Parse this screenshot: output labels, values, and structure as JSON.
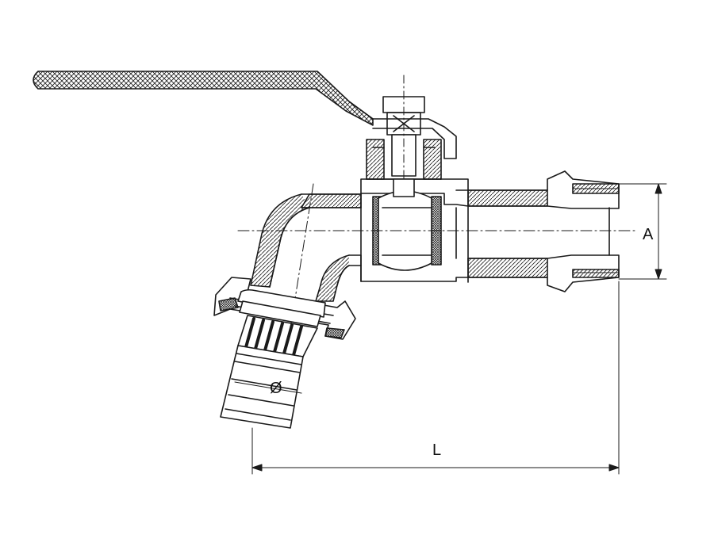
{
  "drawing": {
    "subject": "ball-valve-bibcock-with-hose-connector",
    "stroke_color": "#1a1a1a",
    "background": "#ffffff",
    "dimension_labels": {
      "length": "L",
      "thread": "A",
      "hose_diameter": "Ø"
    }
  }
}
